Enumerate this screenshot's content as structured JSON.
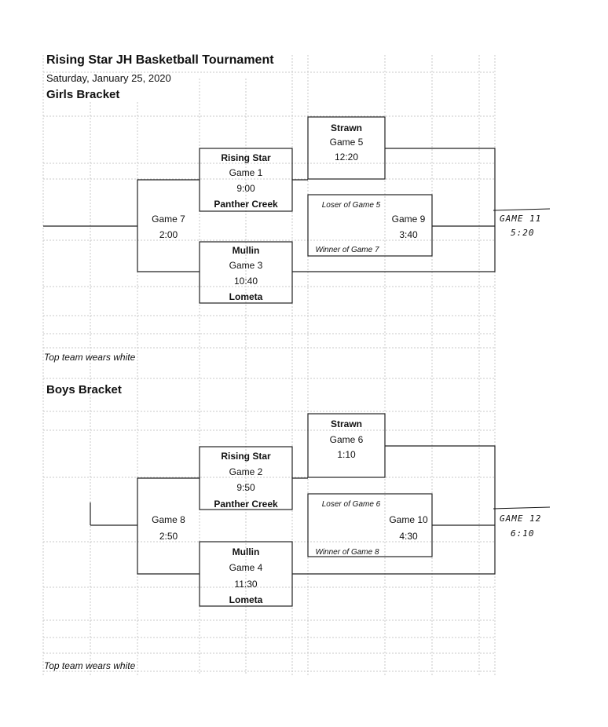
{
  "header": {
    "title": "Rising Star JH Basketball Tournament",
    "date": "Saturday, January 25, 2020"
  },
  "girls": {
    "heading": "Girls Bracket",
    "game1": {
      "top": "Rising Star",
      "label": "Game 1",
      "time": "9:00",
      "bottom": "Panther Creek"
    },
    "game3": {
      "top": "Mullin",
      "label": "Game 3",
      "time": "10:40",
      "bottom": "Lometa"
    },
    "game5": {
      "top": "Strawn",
      "label": "Game 5",
      "time": "12:20"
    },
    "game7": {
      "label": "Game 7",
      "time": "2:00"
    },
    "game9": {
      "label": "Game 9",
      "time": "3:40"
    },
    "loser_note": "Loser of Game 5",
    "winner_note": "Winner of Game 7",
    "handwritten": {
      "line1": "GAME 11",
      "line2": "5:20"
    },
    "footnote": "Top team wears white"
  },
  "boys": {
    "heading": "Boys Bracket",
    "game2": {
      "top": "Rising Star",
      "label": "Game 2",
      "time": "9:50",
      "bottom": "Panther Creek"
    },
    "game4": {
      "top": "Mullin",
      "label": "Game 4",
      "time": "11:30",
      "bottom": "Lometa"
    },
    "game6": {
      "top": "Strawn",
      "label": "Game 6",
      "time": "1:10"
    },
    "game8": {
      "label": "Game 8",
      "time": "2:50"
    },
    "game10": {
      "label": "Game 10",
      "time": "4:30"
    },
    "loser_note": "Loser of Game 6",
    "winner_note": "Winner of Game 8",
    "handwritten": {
      "line1": "GAME 12",
      "line2": "6:10"
    },
    "footnote": "Top team wears white"
  }
}
